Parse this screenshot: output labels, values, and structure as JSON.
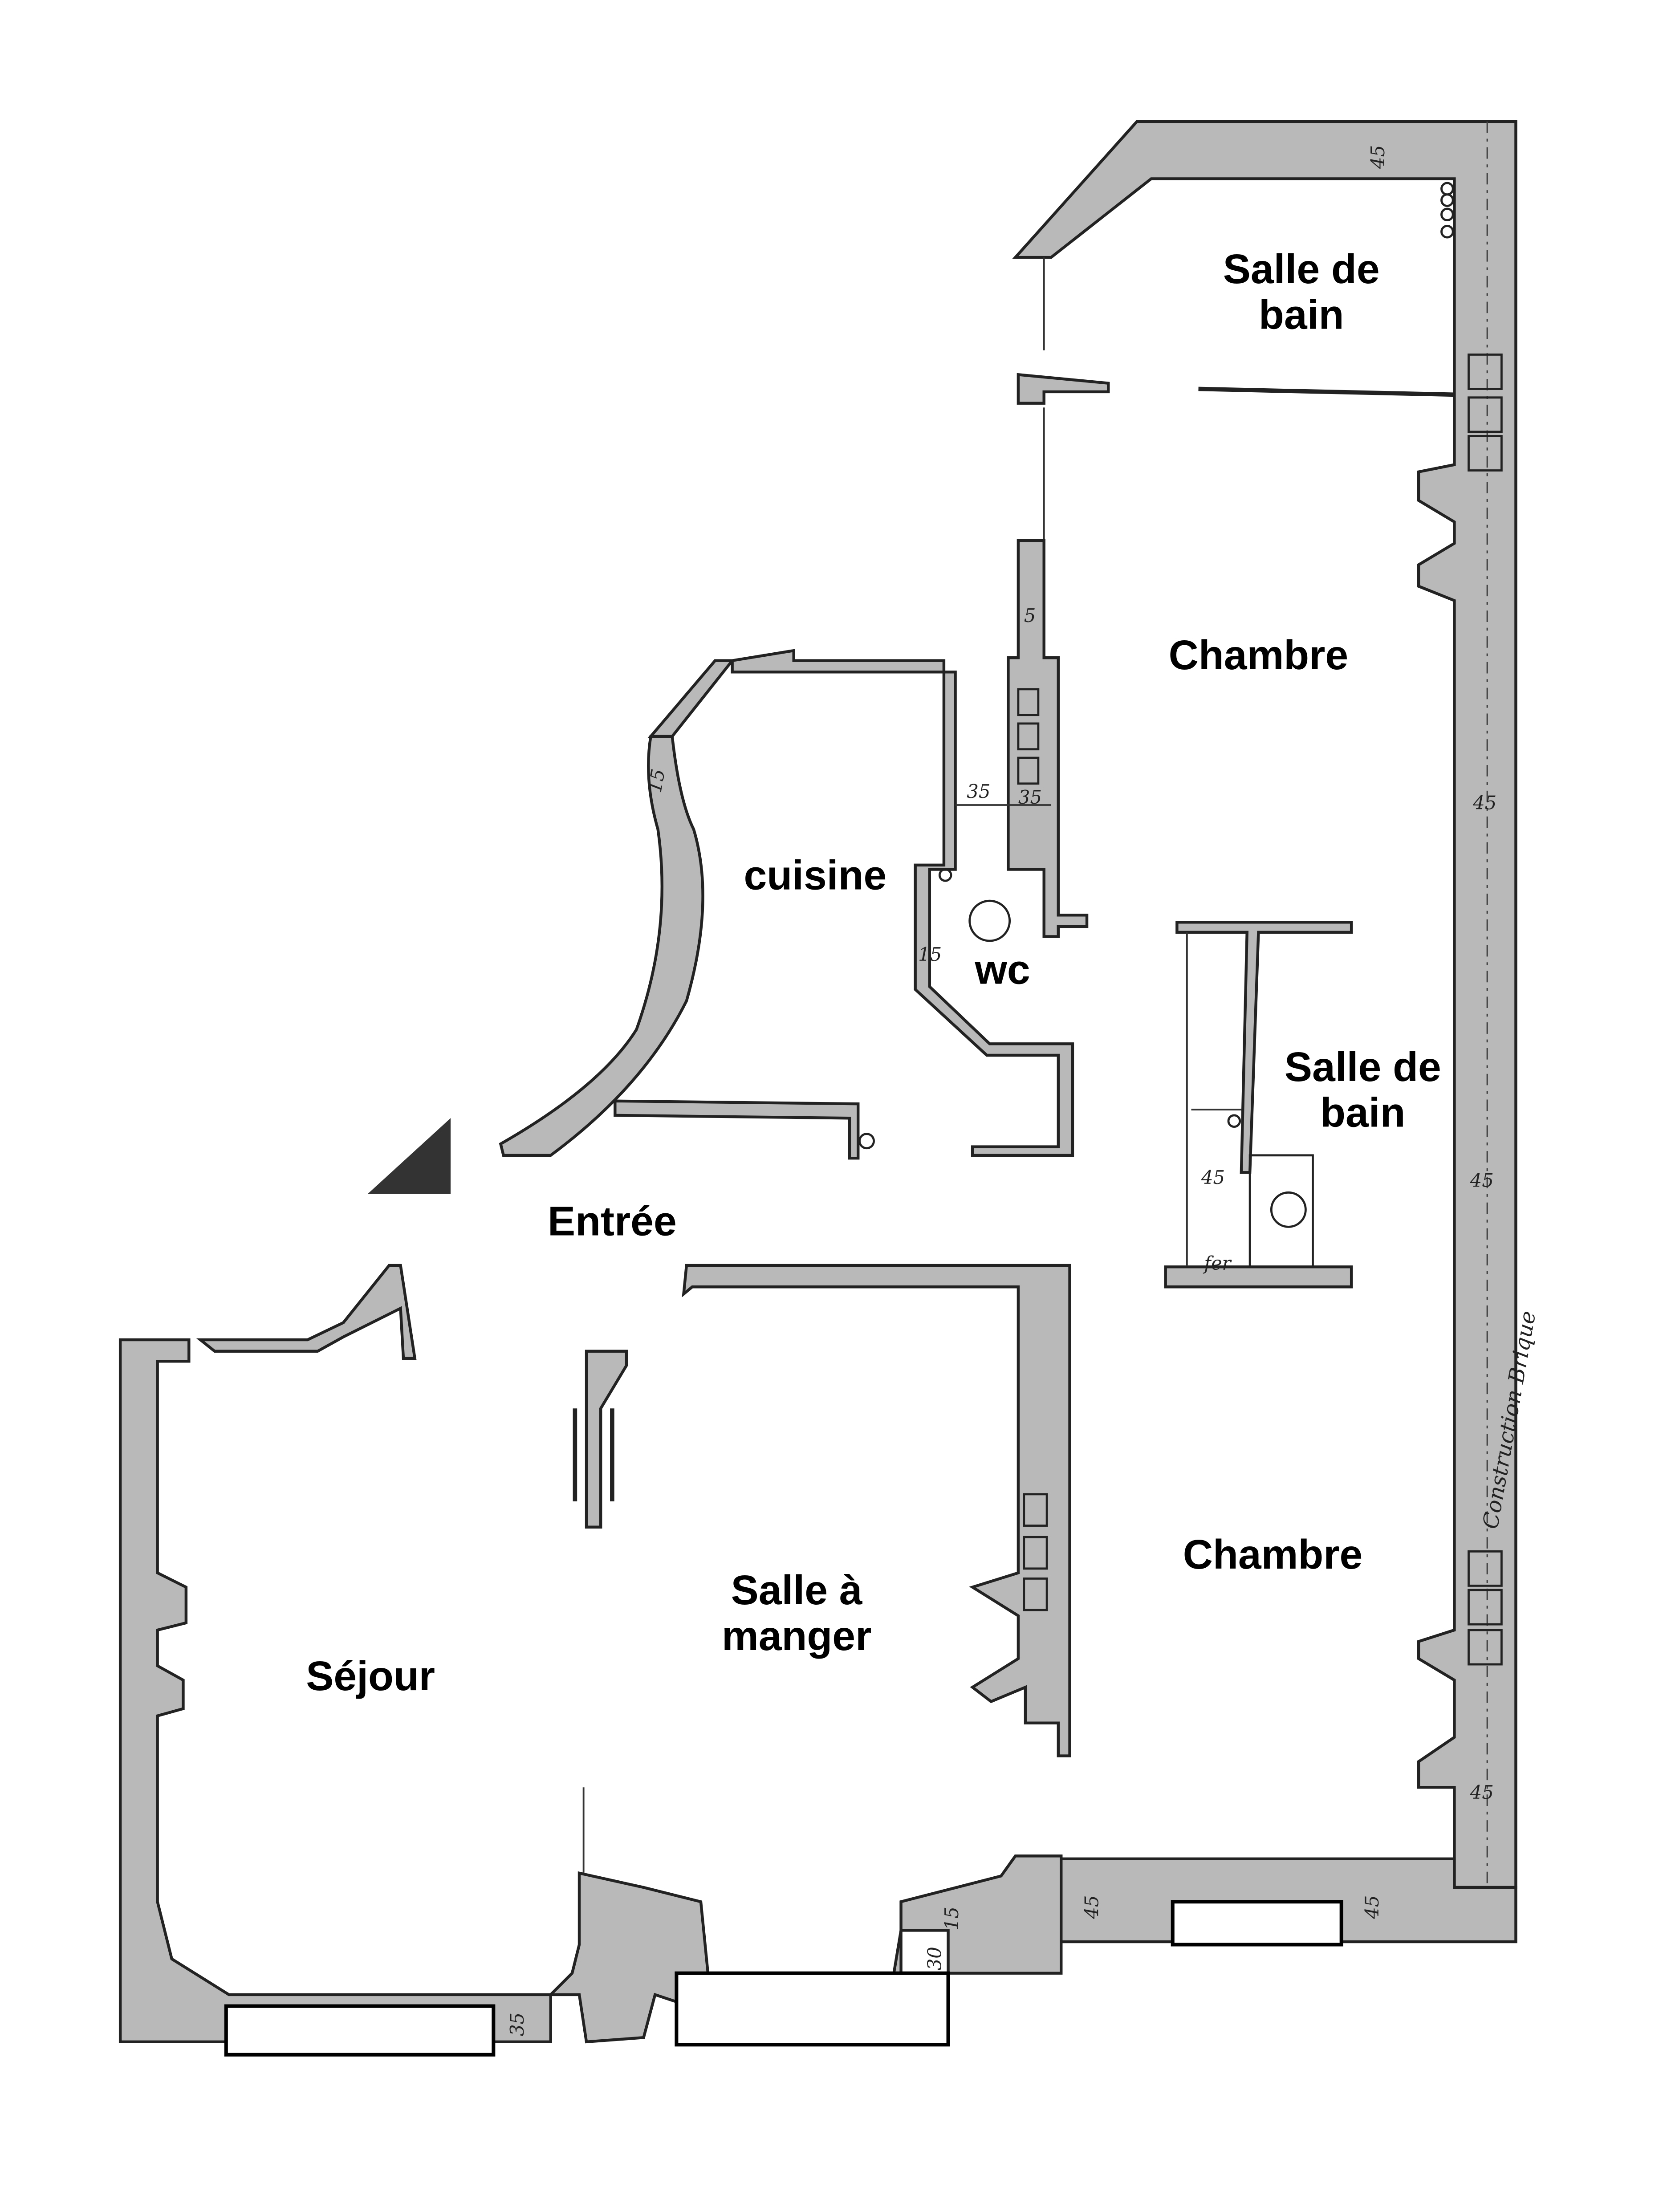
{
  "rooms": {
    "salle_de_bain_1": [
      "Salle de",
      "bain"
    ],
    "chambre_1": "Chambre",
    "cuisine": "cuisine",
    "wc": "wc",
    "salle_de_bain_2": [
      "Salle de",
      "bain"
    ],
    "entree": "Entrée",
    "chambre_2": "Chambre",
    "salle_a_manger": [
      "Salle à",
      "manger"
    ],
    "sejour": "Séjour"
  },
  "dimensions": {
    "top_wall": "45",
    "wall_35_a": "35",
    "wall_35_b": "35",
    "right_wall_1": "45",
    "right_wall_2": "45",
    "right_wall_3": "45",
    "bath_45": "45",
    "wc_15": "15",
    "kitchen_15": "15",
    "bottom_45_a": "45",
    "bottom_45_b": "45",
    "bottom_30": "30",
    "bottom_15": "15",
    "sejour_35": "35",
    "fer": "fer",
    "wall_5": "5"
  },
  "annotations": {
    "construction": "Construction Brique"
  },
  "colors": {
    "wall": "#b9b9b9",
    "entrance_marker": "#333333"
  }
}
